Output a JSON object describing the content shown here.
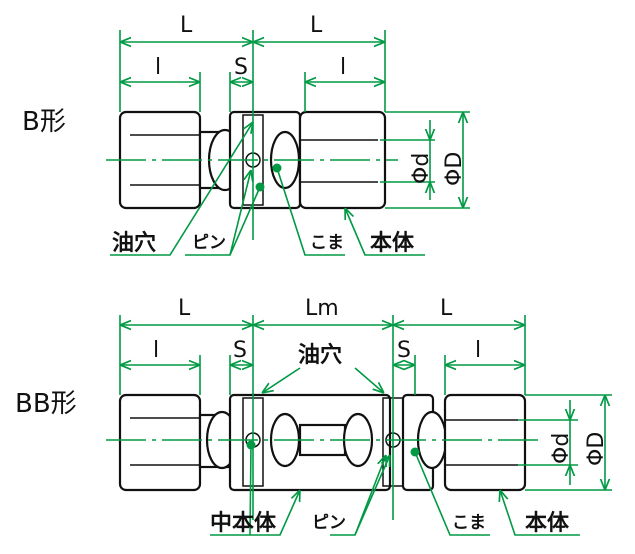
{
  "b_type": {
    "title": "B形",
    "dims": {
      "L_left": "L",
      "L_right": "L",
      "l_left": "l",
      "S": "S",
      "l_right": "l",
      "phi_d": "Φd",
      "phi_D": "ΦD"
    },
    "labels": {
      "oil_hole": "油穴",
      "pin": "ピン",
      "piece": "こま",
      "body": "本体"
    }
  },
  "bb_type": {
    "title": "BB形",
    "dims": {
      "L_left": "L",
      "Lm": "Lm",
      "L_right": "L",
      "l_left": "l",
      "S_left": "S",
      "S_right": "S",
      "l_right": "l",
      "phi_d": "Φd",
      "phi_D": "ΦD"
    },
    "labels": {
      "oil_hole": "油穴",
      "middle_body": "中本体",
      "pin": "ピン",
      "piece": "こま",
      "body": "本体"
    }
  },
  "colors": {
    "dimension": "#009944",
    "outline": "#111111"
  }
}
